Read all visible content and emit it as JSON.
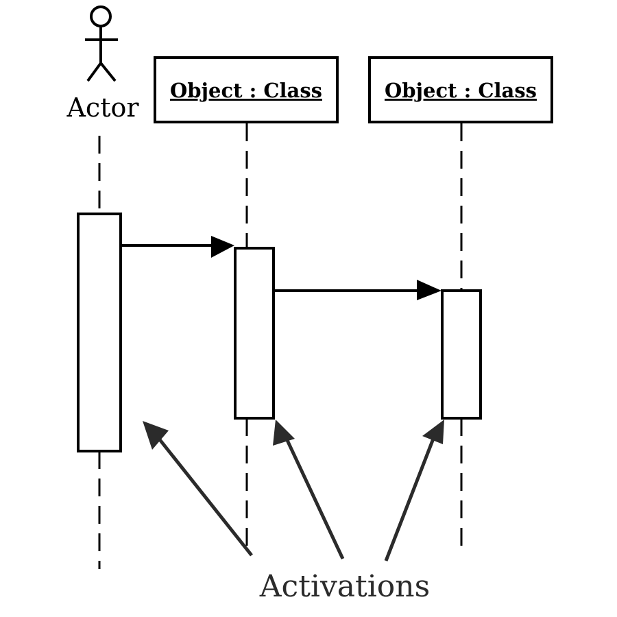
{
  "diagram": {
    "actor": {
      "label": "Actor",
      "icon": "stick-figure-icon"
    },
    "objects": [
      {
        "label": "Object : Class"
      },
      {
        "label": "Object : Class"
      }
    ],
    "annotation": {
      "label": "Activations"
    },
    "colors": {
      "line": "#000000",
      "annotation_arrow": "#2b2b2b",
      "background": "#ffffff"
    }
  }
}
